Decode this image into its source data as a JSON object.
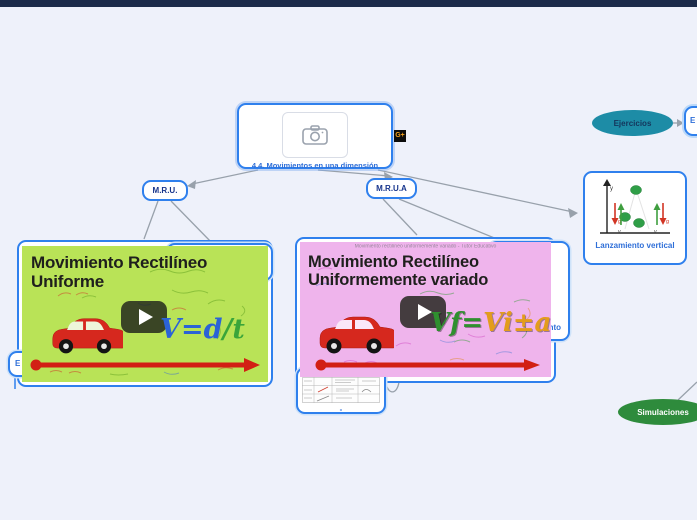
{
  "window": {
    "topbar_color": "#1c2b4a",
    "canvas_color": "#eef1fa",
    "node_border_color": "#2f80ed"
  },
  "central": {
    "label": "4.4. Movimientos en una dimensión",
    "badge": "G+"
  },
  "nodes": {
    "mru": {
      "label": "M.R.U."
    },
    "mrua": {
      "label": "M.R.U.A"
    },
    "ejercicios": {
      "label": "Ejercicios",
      "fill": "#1d8ca6"
    },
    "right_edge": {
      "label": "E"
    },
    "left_edge": {
      "label": "E"
    },
    "covered_fragment": {
      "label": "nto"
    },
    "lanzamiento": {
      "label": "Lanzamiento vertical"
    },
    "simulaciones": {
      "label": "Simulaciones",
      "fill": "#2e8b3c"
    },
    "graphs_table": {
      "label": "-"
    }
  },
  "video_left": {
    "bg": "#b9e357",
    "title1": "Movimiento Rectilíneo",
    "title2": "Uniforme",
    "formula_blue": "V=d",
    "formula_green": "/t"
  },
  "video_right": {
    "bg": "#efb4ec",
    "header": "Movimiento rectilíneo uniformemente variado - Tutor Educativo",
    "title1": "Movimiento Rectilíneo",
    "title2": "Uniformemente variado",
    "formula_green": "Vf=",
    "formula_orange": "Vi±at"
  },
  "diagram": {
    "y": "y",
    "g": "g",
    "v": "v"
  }
}
